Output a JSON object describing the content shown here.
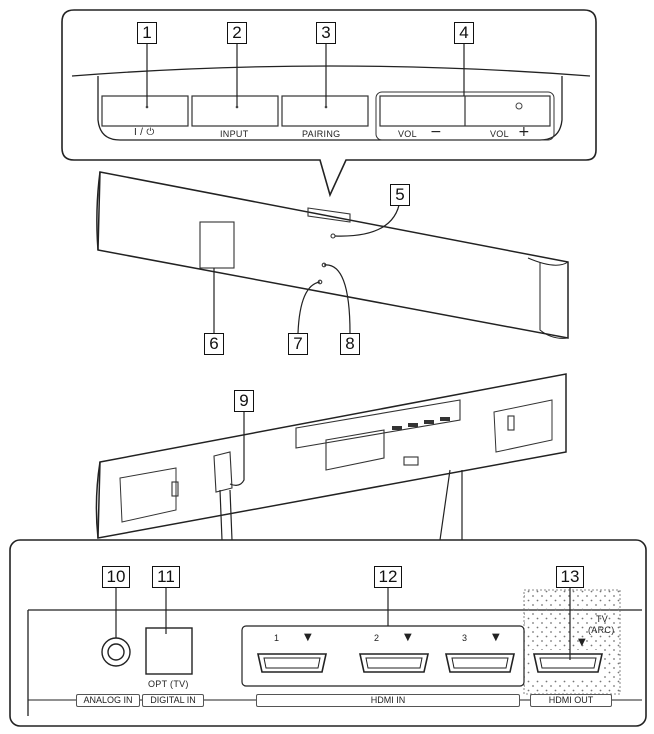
{
  "callouts": [
    "1",
    "2",
    "3",
    "4",
    "5",
    "6",
    "7",
    "8",
    "9",
    "10",
    "11",
    "12",
    "13"
  ],
  "top_panel": {
    "power_label": "I / ⏻",
    "input_label": "INPUT",
    "pairing_label": "PAIRING",
    "vol_minus_label": "VOL",
    "vol_minus_sign": "−",
    "vol_plus_label": "VOL",
    "vol_plus_sign": "+",
    "vol_plus_dot": "○"
  },
  "rear_panel": {
    "opt_label": "OPT (TV)",
    "analog_in": "ANALOG IN",
    "digital_in": "DIGITAL IN",
    "hdmi_ports": [
      "1",
      "2",
      "3"
    ],
    "hdmi_in": "HDMI IN",
    "hdmi_out": "HDMI OUT",
    "tv_label": "TV",
    "arc_label": "(ARC)",
    "arrow": "▼"
  }
}
